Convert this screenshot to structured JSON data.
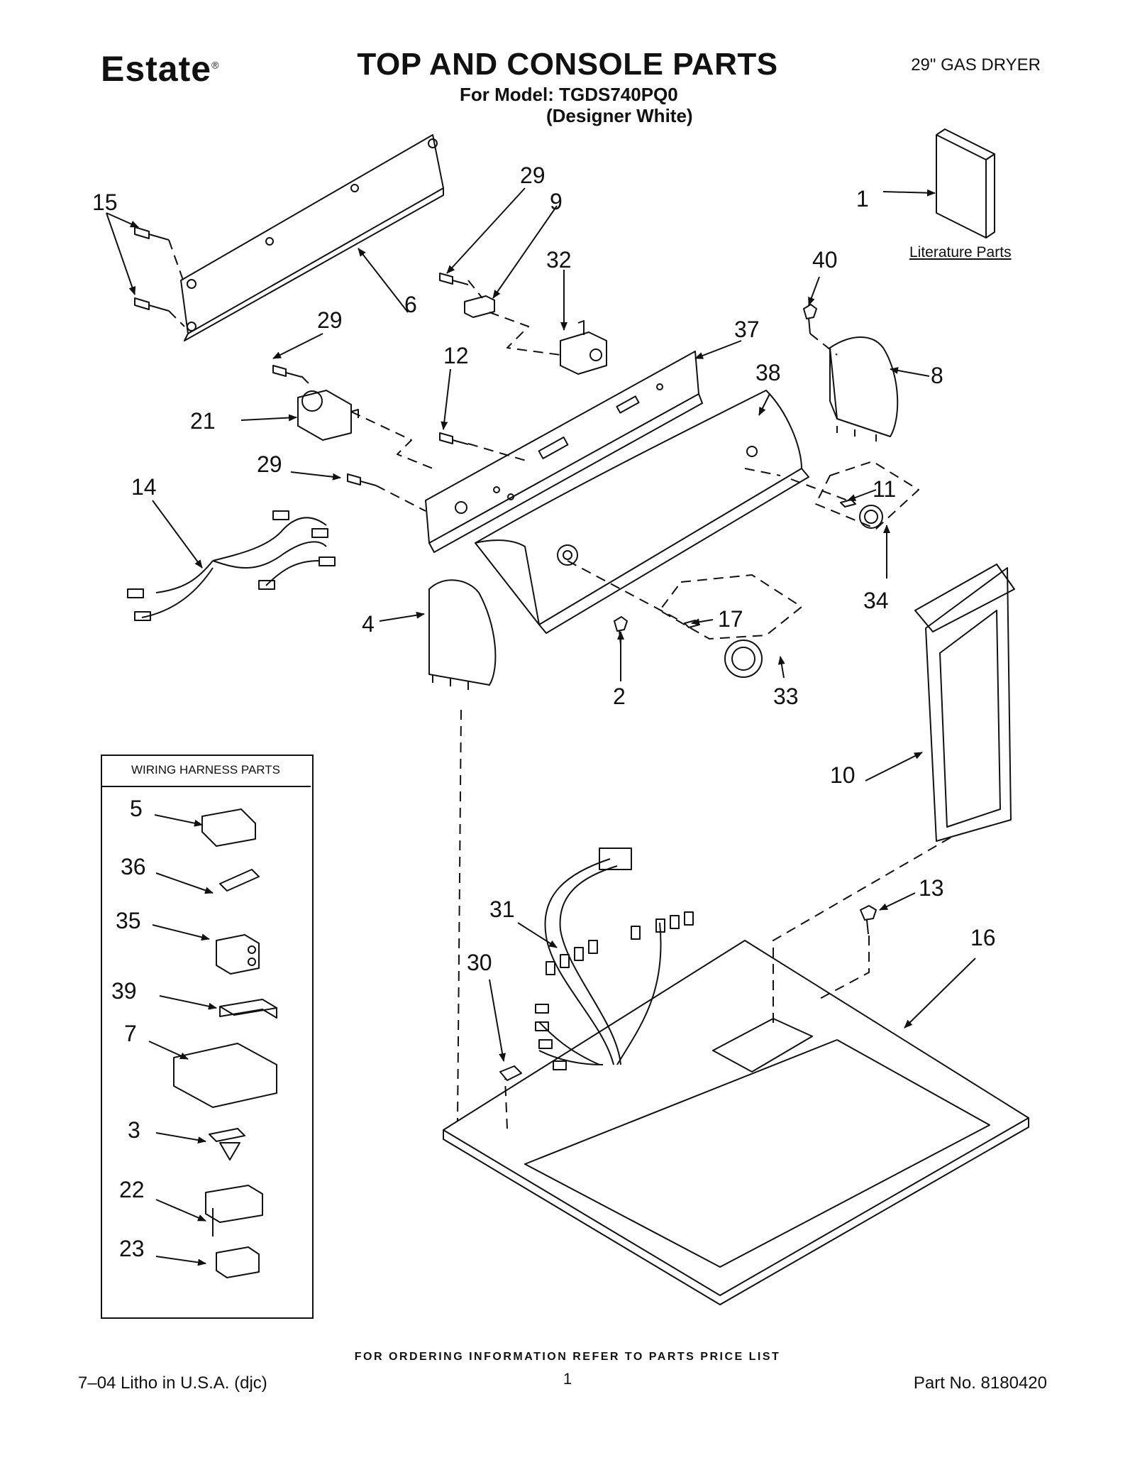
{
  "header": {
    "brand": "Estate",
    "brand_mark": "®",
    "title": "TOP AND CONSOLE PARTS",
    "model_line": "For Model: TGDS740PQ0",
    "variant": "(Designer White)",
    "appliance": "29\" GAS DRYER"
  },
  "literature": {
    "label": "Literature Parts"
  },
  "wiring_box": {
    "title": "WIRING HARNESS PARTS"
  },
  "callouts": [
    "15",
    "6",
    "29",
    "9",
    "32",
    "1",
    "40",
    "29",
    "12",
    "37",
    "38",
    "8",
    "21",
    "29",
    "14",
    "11",
    "34",
    "4",
    "17",
    "2",
    "33",
    "10",
    "5",
    "36",
    "35",
    "39",
    "7",
    "3",
    "22",
    "23",
    "13",
    "16",
    "31",
    "30"
  ],
  "footer": {
    "note": "FOR ORDERING INFORMATION REFER TO PARTS PRICE LIST",
    "litho": "7–04 Litho in U.S.A. (djc)",
    "page": "1",
    "part_no": "Part No. 8180420"
  }
}
